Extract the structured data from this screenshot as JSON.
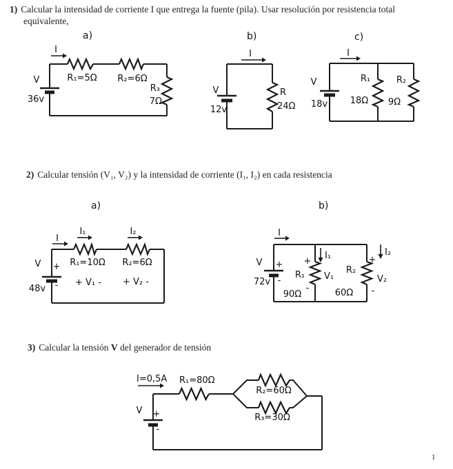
{
  "page": {
    "number": "1"
  },
  "problems": {
    "p1": {
      "num": "1)",
      "line1": "Calcular la intensidad de corriente I que entrega la fuente (pila). Usar resolución por resistencia total",
      "line2": "equivalente,"
    },
    "p2": {
      "num": "2)",
      "text": "Calcular tensión (V₁, V₂) y la intensidad de corriente (I₁, I₂) en cada resistencia"
    },
    "p3": {
      "num": "3)",
      "pre": "Calcular la tensión ",
      "bold": "V",
      "post": " del generador de tensión"
    }
  },
  "circuits": {
    "c1a": {
      "label": "a)",
      "current": "I",
      "source": "V",
      "voltage": "36v",
      "r1": "R₁=5Ω",
      "r2": "R₂=6Ω",
      "r3_name": "R₃",
      "r3_value": "7Ω"
    },
    "c1b": {
      "label": "b)",
      "current": "I",
      "source": "V",
      "voltage": "12v",
      "r_name": "R",
      "r_value": "24Ω"
    },
    "c1c": {
      "label": "c)",
      "current": "I",
      "source": "V",
      "voltage": "18v",
      "r1_name": "R₁",
      "r1_value": "18Ω",
      "r2_name": "R₂",
      "r2_value": "9Ω"
    },
    "c2a": {
      "label": "a)",
      "current": "I",
      "i1": "I₁",
      "i2": "I₂",
      "source": "V",
      "voltage": "48v",
      "plus": "+",
      "minus": "-",
      "r1": "R₁=10Ω",
      "r2": "R₂=6Ω",
      "v1": "+ V₁ -",
      "v2": "+ V₂ -"
    },
    "c2b": {
      "label": "b)",
      "current": "I",
      "i1": "I₁",
      "i2": "I₂",
      "source": "V",
      "voltage": "72v",
      "plus": "+",
      "minus": "-",
      "r1_name": "R₁",
      "r1_value": "90Ω",
      "v1": "V₁",
      "r2_name": "R₂",
      "r2_value": "60Ω",
      "v2": "V₂"
    },
    "c3": {
      "current": "I=0,5A",
      "source": "V",
      "plus": "+",
      "minus": "-",
      "r1": "R₁=80Ω",
      "r2": "R₂=60Ω",
      "r3": "R₃=30Ω"
    }
  }
}
